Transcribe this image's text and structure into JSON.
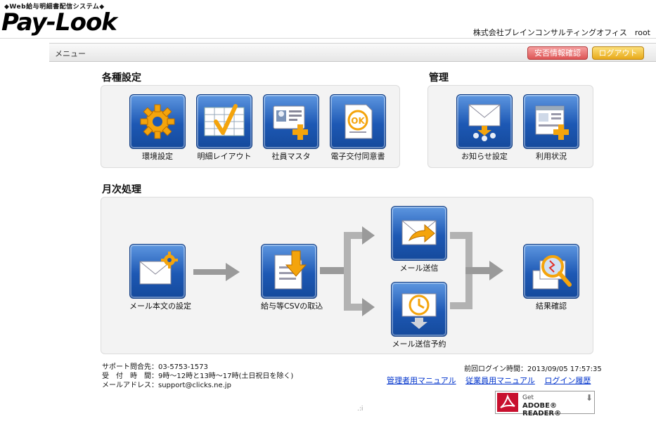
{
  "header": {
    "tagline": "◆Web給与明細書配信システム◆",
    "logo": "Pay-Look",
    "company": "株式会社ブレインコンサルティングオフィス　root"
  },
  "menubar": {
    "label": "メニュー",
    "safety_button": "安否情報確認",
    "logout_button": "ログアウト"
  },
  "settings": {
    "title": "各種設定",
    "tiles": [
      {
        "label": "環境設定",
        "icon": "gear-icon"
      },
      {
        "label": "明細レイアウト",
        "icon": "layout-check-icon"
      },
      {
        "label": "社員マスタ",
        "icon": "id-card-icon"
      },
      {
        "label": "電子交付同意書",
        "icon": "ok-document-icon"
      }
    ]
  },
  "admin": {
    "title": "管理",
    "tiles": [
      {
        "label": "お知らせ設定",
        "icon": "notice-mail-icon"
      },
      {
        "label": "利用状況",
        "icon": "usage-window-icon"
      }
    ]
  },
  "monthly": {
    "title": "月次処理",
    "tiles": [
      {
        "label": "メール本文の設定",
        "icon": "mail-settings-icon"
      },
      {
        "label": "給与等CSVの取込",
        "icon": "csv-import-icon"
      },
      {
        "label": "メール送信",
        "icon": "mail-send-icon"
      },
      {
        "label": "メール送信予約",
        "icon": "mail-schedule-icon"
      },
      {
        "label": "結果確認",
        "icon": "result-search-icon"
      }
    ]
  },
  "footer": {
    "support_phone": "サポート問合先：03-5753-1573",
    "support_hours": "受　付　時　間：9時～12時と13時～17時(土日祝日を除く)",
    "support_email": "メールアドレス：support@clicks.ne.jp",
    "last_login": "前回ログイン時間：2013/09/05 17:57:35",
    "links": [
      "管理者用マニュアル",
      "従業員用マニュアル",
      "ログイン履歴"
    ],
    "adobe_get": "Get",
    "adobe_reader": "ADOBE® READER®"
  },
  "colors": {
    "tile_blue": "#1d58b4",
    "safety_red": "#dd5555",
    "logout_orange": "#e7a91a",
    "link_blue": "#0033cc"
  }
}
